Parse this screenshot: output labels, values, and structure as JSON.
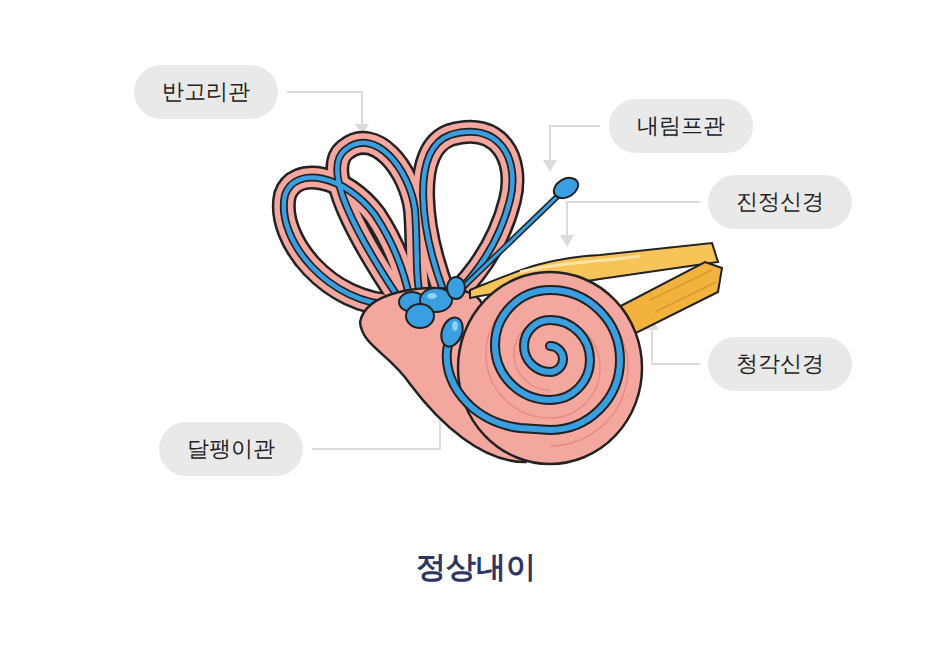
{
  "diagram": {
    "caption": "정상내이",
    "nodes": [
      {
        "text": [
          "반고리관"
        ]
      },
      {
        "text": [
          "내림프관"
        ]
      },
      {
        "text": [
          "진정신경"
        ]
      },
      {
        "text": [
          "청각신경"
        ]
      },
      {
        "text": [
          "달팽이관"
        ]
      }
    ]
  }
}
